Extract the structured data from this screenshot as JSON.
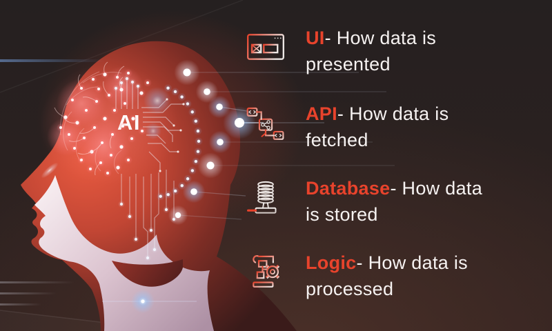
{
  "illustration": {
    "ai_label": "AI"
  },
  "colors": {
    "accent": "#e8432c",
    "text": "#f6f2f1",
    "background": "#261f1f",
    "head_red": "#d64a35",
    "face_light": "#efdfe6"
  },
  "items": [
    {
      "icon": "browser-window-icon",
      "title": "UI",
      "rest_of_line": "- How data is",
      "line2": "presented"
    },
    {
      "icon": "api-nodes-icon",
      "title": "API",
      "rest_of_line": "- How data is",
      "line2": "fetched"
    },
    {
      "icon": "database-icon",
      "title": "Database",
      "rest_of_line": "- How data",
      "line2": "is stored"
    },
    {
      "icon": "logic-gear-icon",
      "title": "Logic",
      "rest_of_line": "- How data is",
      "line2": "processed"
    }
  ]
}
